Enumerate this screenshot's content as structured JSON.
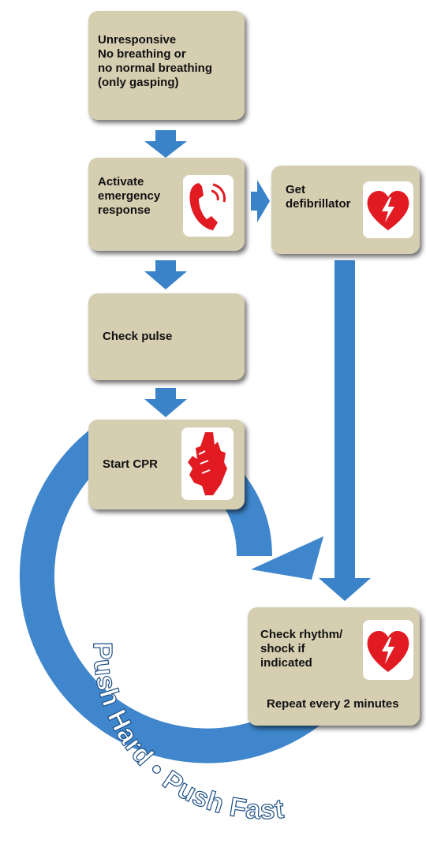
{
  "steps": {
    "unresponsive": "Unresponsive\nNo breathing or\nno normal breathing\n(only gasping)",
    "activate": "Activate\nemergency\nresponse",
    "get_defib": "Get\ndefibrillator",
    "check_pulse": "Check pulse",
    "start_cpr": "Start CPR",
    "check_rhythm": "Check rhythm/\nshock if\nindicated",
    "repeat": "Repeat every 2 minutes"
  },
  "loop_label": "Push Hard • Push Fast",
  "icons": {
    "activate": "phone-icon",
    "get_defib": "aed-heart-icon",
    "start_cpr": "hands-cpr-icon",
    "check_rhythm": "aed-heart-icon"
  },
  "colors": {
    "box": "#d6ceb1",
    "arrow": "#3b83c9",
    "loop": "#3f86cc",
    "icon_red": "#e21b23",
    "loop_text": "#ffffff"
  }
}
